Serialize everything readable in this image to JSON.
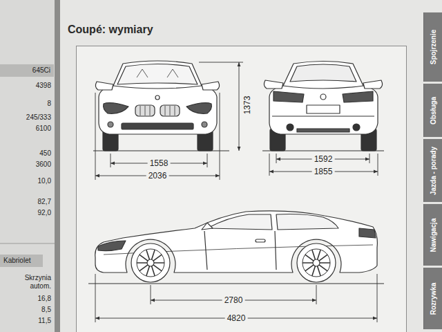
{
  "diagram": {
    "title": "Coupé: wymiary",
    "nodes": [
      {
        "text": [
          "645Ci"
        ]
      },
      {
        "text": [
          "Kabriolet"
        ]
      },
      {
        "text": [
          "Spojrzenie"
        ]
      },
      {
        "text": [
          "Obsługa"
        ]
      },
      {
        "text": [
          "Jazda - porady"
        ]
      },
      {
        "text": [
          "Nawigacja"
        ]
      },
      {
        "text": [
          "Rozrywka"
        ]
      }
    ],
    "labels": [
      "1373",
      "1558",
      "2036",
      "1592",
      "1855",
      "2780",
      "4820",
      "4398",
      "8",
      "245/333",
      "6100",
      "450",
      "3600",
      "10,0",
      "82,7",
      "92,0",
      "Skrzynia autom.",
      "16,8",
      "8,5",
      "11,5"
    ]
  }
}
